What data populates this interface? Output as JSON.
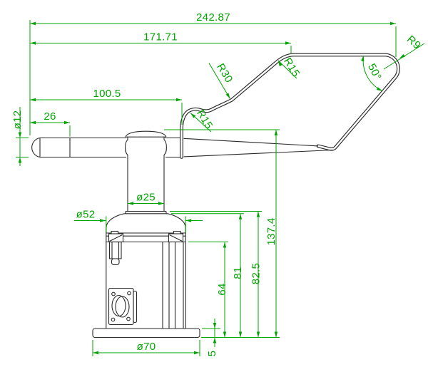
{
  "drawing": {
    "dimensions": {
      "overall_length": "242.87",
      "upper_length": "171.71",
      "front_length": "100.5",
      "counterweight_length": "26",
      "arm_diameter": "ø12",
      "hub_diameter": "ø25",
      "cap_diameter": "ø52",
      "flange_diameter": "ø70",
      "flange_thickness": "5",
      "body_height": "64",
      "cap_step_height": "81",
      "cap_top_height": "82.5",
      "overall_height": "137.4"
    },
    "annotations": {
      "fillet_r30": "R30",
      "fillet_r15_top": "R15",
      "fillet_r15_front": "R15",
      "corner_r9": "R9",
      "trailing_edge_angle": "50°"
    },
    "colors": {
      "dimension_green": "#00a400",
      "outline_black": "#2a2a2a",
      "background": "#ffffff"
    }
  }
}
